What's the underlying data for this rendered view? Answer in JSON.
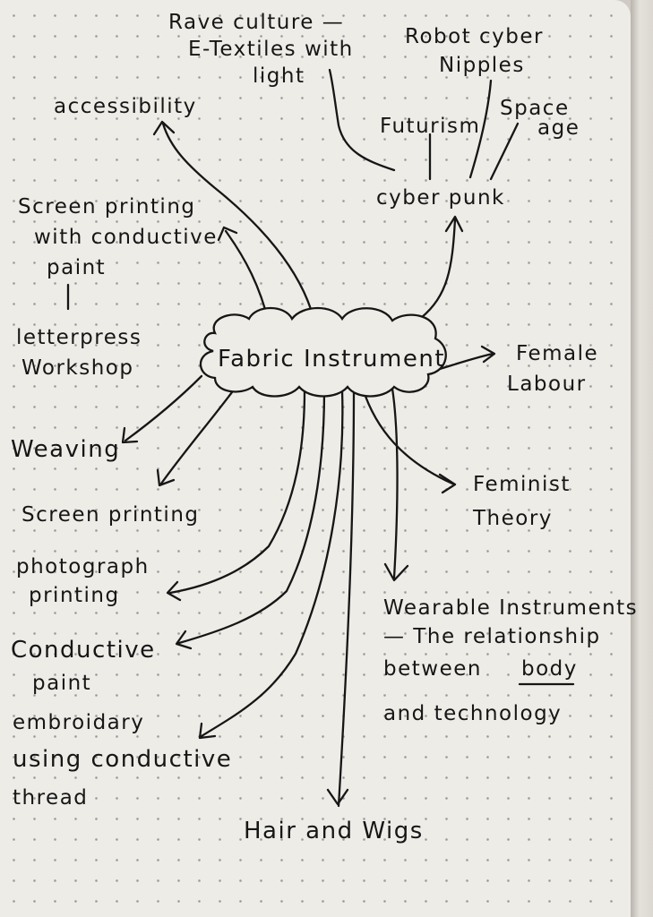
{
  "center": {
    "label": "Fabric Instrument"
  },
  "nodes": {
    "accessibility": "accessibility",
    "rave_1": "Rave culture —",
    "rave_2": "E-Textiles with",
    "rave_3": "light",
    "robot_1": "Robot cyber",
    "robot_2": "Nipples",
    "futurism": "Futurism",
    "space_1": "Space",
    "space_2": "age",
    "cyberpunk": "cyber punk",
    "screenprint_conductive_1": "Screen printing",
    "screenprint_conductive_2": "with conductive",
    "screenprint_conductive_3": "paint",
    "letterpress_1": "letterpress",
    "letterpress_2": "Workshop",
    "female_labour_1": "Female",
    "female_labour_2": "Labour",
    "weaving": "Weaving",
    "screen_printing": "Screen printing",
    "feminist_1": "Feminist",
    "feminist_2": "Theory",
    "photograph_1": "photograph",
    "photograph_2": "printing",
    "wearable_1": "Wearable Instruments",
    "wearable_2": "— The relationship",
    "wearable_3a": "between",
    "wearable_3b": "body",
    "wearable_4": "and technology",
    "conductive_paint_1": "Conductive",
    "conductive_paint_2": "paint",
    "embroidery_1": "embroidary",
    "embroidery_2": "using conductive",
    "embroidery_3": "thread",
    "hair": "Hair and Wigs"
  },
  "colors": {
    "ink": "#161616",
    "paper": "#eeece7",
    "dots": "#5a5a5a"
  }
}
